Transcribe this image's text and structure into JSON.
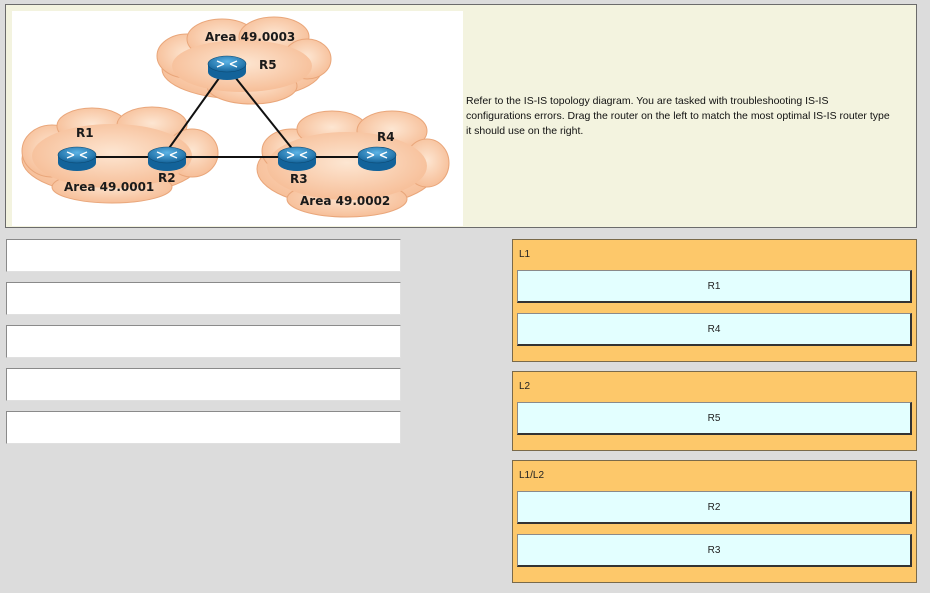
{
  "diagram": {
    "areas": [
      "Area 49.0003",
      "Area 49.0001",
      "Area 49.0002"
    ],
    "routers": [
      "R1",
      "R2",
      "R3",
      "R4",
      "R5"
    ]
  },
  "instructions": "Refer to the IS-IS topology diagram. You are tasked with troubleshooting IS-IS configurations errors. Drag the router on the left to match the most optimal IS-IS router type it should use on the right.",
  "groups": [
    {
      "label": "L1",
      "items": [
        "R1",
        "R4"
      ]
    },
    {
      "label": "L2",
      "items": [
        "R5"
      ]
    },
    {
      "label": "L1/L2",
      "items": [
        "R2",
        "R3"
      ]
    }
  ],
  "colors": {
    "cloud": "#fbd0b0",
    "router": "#1f7fb8",
    "group_bg": "#fdc86a",
    "chip_bg": "#e3ffff"
  }
}
